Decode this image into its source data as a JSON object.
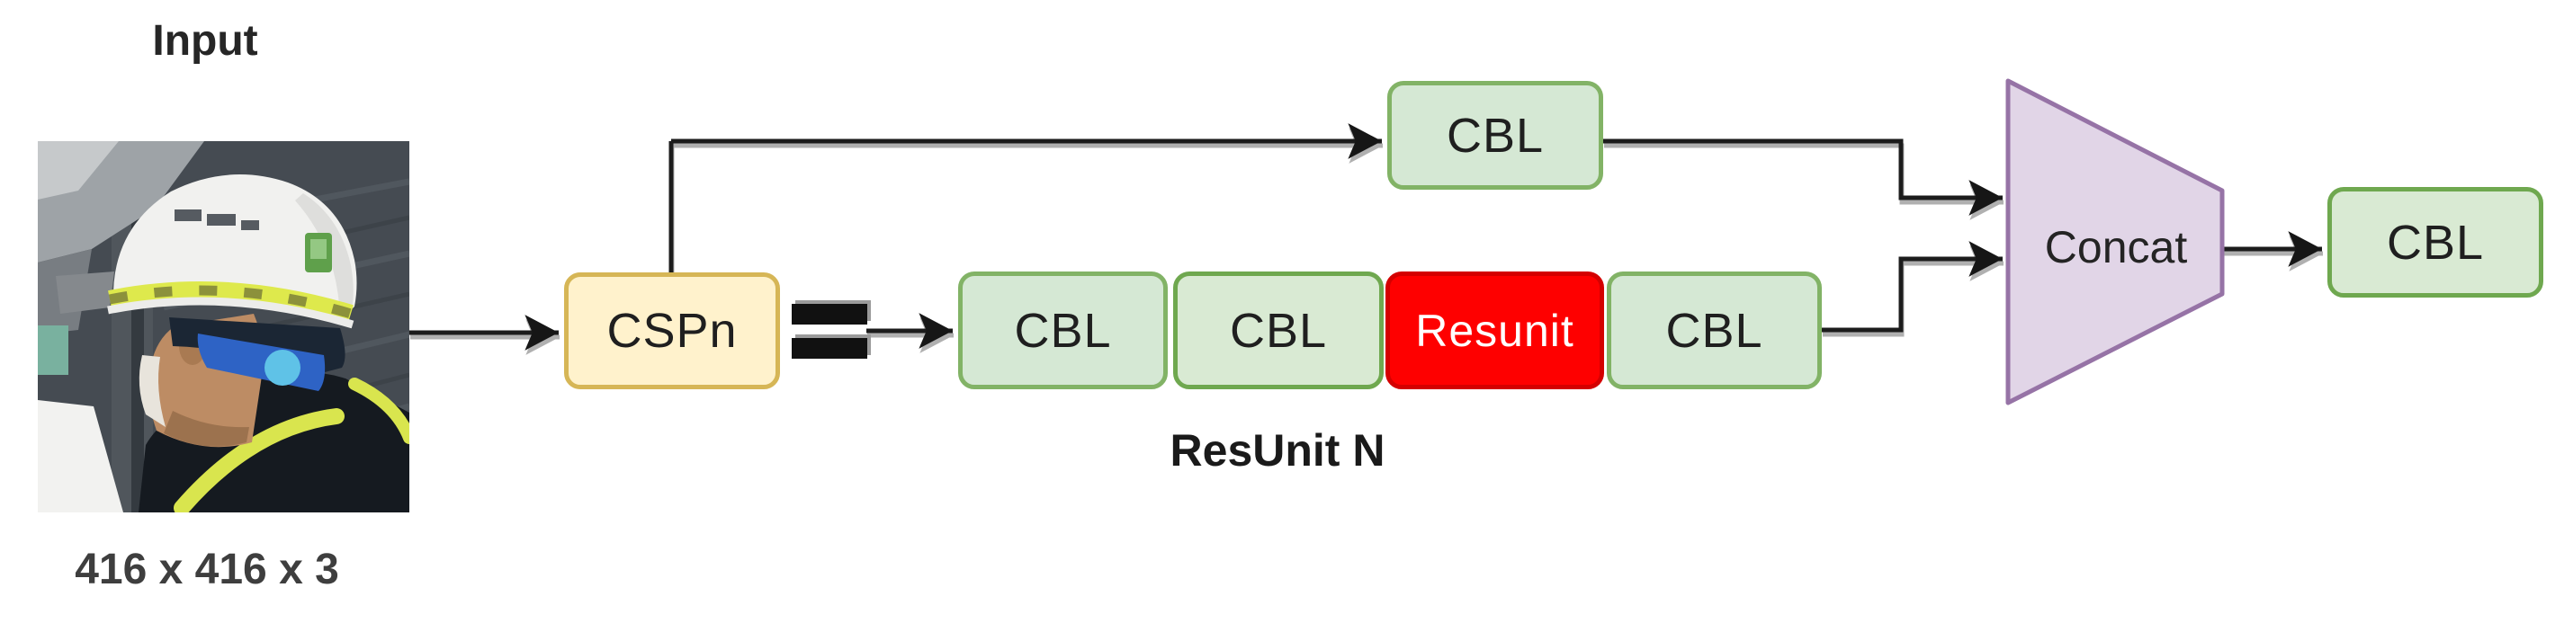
{
  "diagram": {
    "input": {
      "label": "Input",
      "dimensions": "416 x 416 x 3",
      "photo_alt": "Side profile of a construction worker wearing a white safety helmet with a yellow reflective stripe and a blue goggle strap"
    },
    "nodes": {
      "cspn": "CSPn",
      "cbl_top": "CBL",
      "cbl_1": "CBL",
      "cbl_2": "CBL",
      "resunit": "Resunit",
      "cbl_3": "CBL",
      "concat": "Concat",
      "cbl_final": "CBL"
    },
    "equals_symbol": "=",
    "resunit_group_label": "ResUnit N",
    "colors": {
      "cbl_fill": "#D5E8D4",
      "cbl_stroke": "#82B366",
      "cbl_bright_fill": "#D9EAD3",
      "cbl_bright_stroke": "#6FA84F",
      "cspn_fill": "#FFF2CC",
      "cspn_stroke": "#D6B656",
      "resunit_fill": "#FE0000",
      "resunit_stroke": "#D40000",
      "concat_fill": "#E1D5E7",
      "concat_stroke": "#9673A6",
      "connector": "#1E1E1E",
      "connector_shadow": "#ABABAB"
    }
  }
}
